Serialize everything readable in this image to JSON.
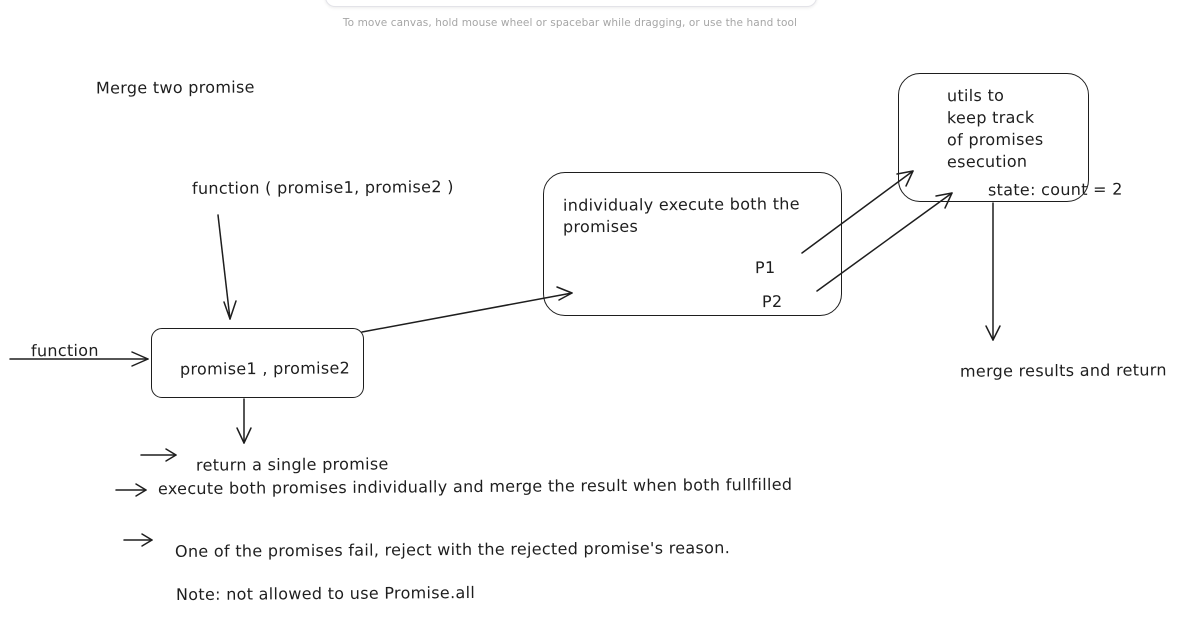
{
  "hint": "To move canvas, hold mouse wheel or spacebar while dragging, or use the hand tool",
  "title": "Merge two promise",
  "signature": "function ( promise1, promise2 )",
  "input_label": "function",
  "params_box": "promise1 , promise2",
  "exec_box": {
    "line1": "individualy execute both the",
    "line2": "promises",
    "p1": "P1",
    "p2": "P2"
  },
  "utils_box": {
    "line1": "utils to",
    "line2": "keep track",
    "line3": "of promises",
    "line4": "esecution"
  },
  "state_label": "state: count = 2",
  "merge_label": "merge results and return",
  "notes": {
    "return": "return a single promise",
    "execute": "execute both promises individually and merge the result when both fullfilled",
    "reject": "One of the promises fail, reject with the rejected promise's reason.",
    "note": "Note: not allowed to use Promise.all"
  }
}
